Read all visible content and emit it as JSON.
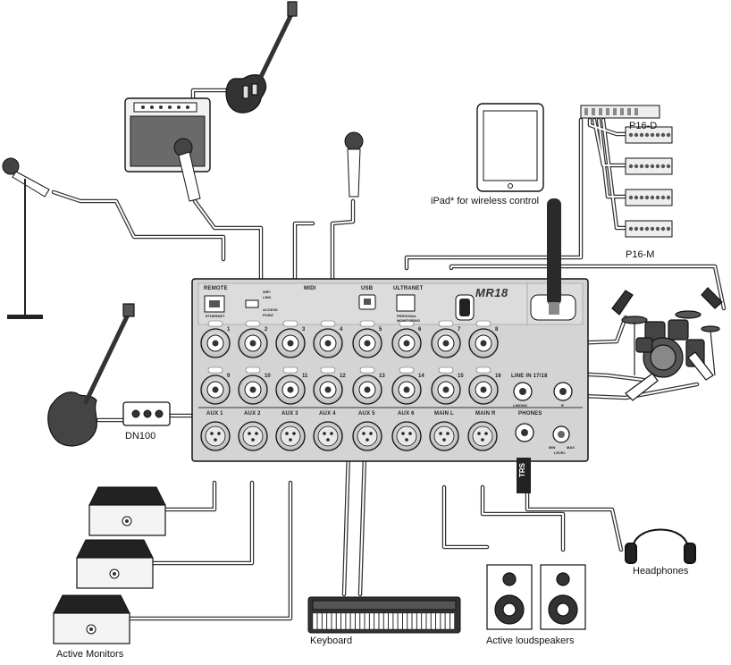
{
  "mixer": {
    "logo": "MR18",
    "remote": "REMOTE",
    "ethernet": "ETHERNET",
    "wifi_lines": [
      "WIFI",
      "LINK",
      "",
      "ACCESS",
      "POINT"
    ],
    "midi": "MIDI",
    "usb": "USB",
    "ultranet": "ULTRANET",
    "personal_monitoring": "PERSONAL MONITORING",
    "row1_numbers": [
      "1",
      "2",
      "3",
      "4",
      "5",
      "6",
      "7",
      "8"
    ],
    "row2_numbers": [
      "9",
      "10",
      "11",
      "12",
      "13",
      "14",
      "15",
      "16"
    ],
    "line_in_label": "LINE IN 17/18",
    "l_mono": "L/MONO",
    "r": "R",
    "aux_labels": [
      "AUX 1",
      "AUX 2",
      "AUX 3",
      "AUX 4",
      "AUX 5",
      "AUX 6"
    ],
    "main_l": "MAIN L",
    "main_r": "MAIN R",
    "phones": "PHONES",
    "min": "MIN",
    "max": "MAX",
    "level": "LEVEL"
  },
  "labels": {
    "ipad": "iPad* for wireless control",
    "p16d": "P16-D",
    "p16m": "P16-M",
    "dn100": "DN100",
    "headphones": "Headphones",
    "keyboard": "Keyboard",
    "active_loudspeakers": "Active loudspeakers",
    "active_monitors": "Active Monitors",
    "trs": "TRS"
  },
  "colors": {
    "outline": "#111111",
    "cable": "#444444",
    "panel": "#d4d4d4",
    "device": "#e9e9e9",
    "dark": "#2a2a2a"
  }
}
